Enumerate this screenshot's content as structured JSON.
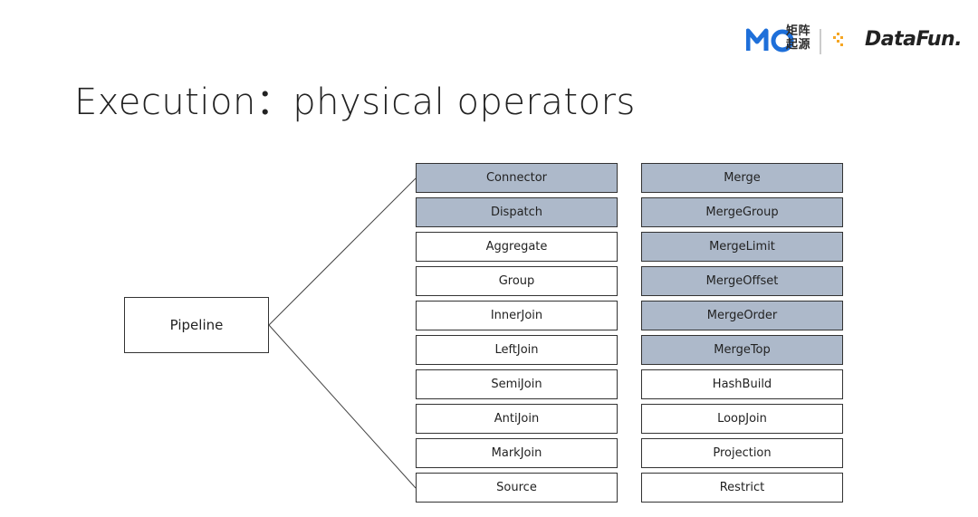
{
  "title": "Execution：physical operators",
  "logos": {
    "mo_mark": "MO",
    "mo_text": "矩阵起源",
    "datafun_text": "DataFun."
  },
  "pipeline_label": "Pipeline",
  "left_operators": [
    {
      "label": "Connector",
      "highlighted": true
    },
    {
      "label": "Dispatch",
      "highlighted": true
    },
    {
      "label": "Aggregate",
      "highlighted": false
    },
    {
      "label": "Group",
      "highlighted": false
    },
    {
      "label": "InnerJoin",
      "highlighted": false
    },
    {
      "label": "LeftJoin",
      "highlighted": false
    },
    {
      "label": "SemiJoin",
      "highlighted": false
    },
    {
      "label": "AntiJoin",
      "highlighted": false
    },
    {
      "label": "MarkJoin",
      "highlighted": false
    },
    {
      "label": "Source",
      "highlighted": false
    }
  ],
  "right_operators": [
    {
      "label": "Merge",
      "highlighted": true
    },
    {
      "label": "MergeGroup",
      "highlighted": true
    },
    {
      "label": "MergeLimit",
      "highlighted": true
    },
    {
      "label": "MergeOffset",
      "highlighted": true
    },
    {
      "label": "MergeOrder",
      "highlighted": true
    },
    {
      "label": "MergeTop",
      "highlighted": true
    },
    {
      "label": "HashBuild",
      "highlighted": false
    },
    {
      "label": "LoopJoin",
      "highlighted": false
    },
    {
      "label": "Projection",
      "highlighted": false
    },
    {
      "label": "Restrict",
      "highlighted": false
    }
  ],
  "colors": {
    "highlight": "#adb9ca",
    "mo_blue": "#1e6fd9",
    "datafun_orange": "#f5a623"
  }
}
